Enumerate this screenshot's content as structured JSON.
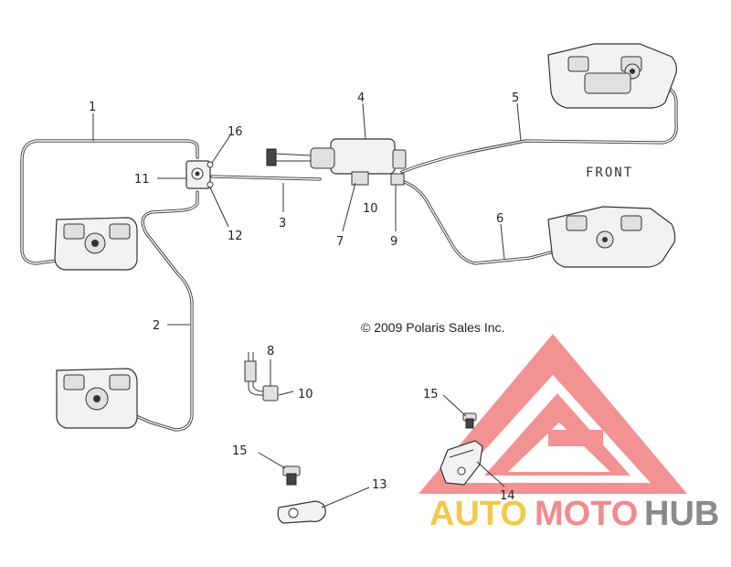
{
  "callouts": {
    "c1": "1",
    "c2": "2",
    "c3": "3",
    "c4": "4",
    "c5": "5",
    "c6": "6",
    "c7": "7",
    "c8": "8",
    "c9": "9",
    "c10a": "10",
    "c10b": "10",
    "c11": "11",
    "c12": "12",
    "c13": "13",
    "c14": "14",
    "c15a": "15",
    "c15b": "15",
    "c16": "16"
  },
  "labels": {
    "front": "FRONT",
    "copyright": "© 2009 Polaris Sales Inc."
  },
  "watermark": {
    "part1": "AUTO",
    "part2": "MOTO",
    "part3": "HUB",
    "colors": {
      "auto": "#f2c94c",
      "moto": "#f28b8b",
      "hub": "#8a8a8a",
      "logo": "#f08080"
    }
  }
}
